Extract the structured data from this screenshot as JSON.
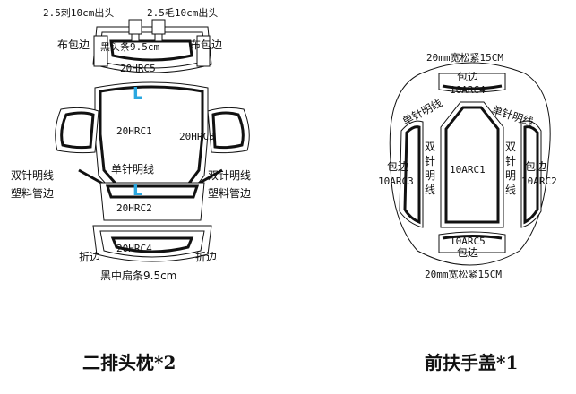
{
  "left": {
    "top_left_note": "2.5刺10cm出头",
    "top_right_note": "2.5毛10cm出头",
    "bubian_left": "布包边",
    "bubian_right": "布包边",
    "black_strip": "黑头条9.5cm",
    "hrc5": "20HRC5",
    "hrc1": "20HRC1",
    "hrc3": "20HRC3",
    "hrc2": "20HRC2",
    "hrc4": "20HRC4",
    "L_top": "L",
    "L_bottom": "L",
    "single_needle": "单针明线",
    "double_left_1": "双针明线",
    "double_left_2": "塑料管边",
    "double_right_1": "双针明线",
    "double_right_2": "塑料管边",
    "fold_left": "折边",
    "fold_right": "折边",
    "bottom_strip": "黑中扁条9.5cm",
    "title": "二排头枕*2"
  },
  "right": {
    "top_band": "20mm宽松紧15CM",
    "bottom_band": "20mm宽松紧15CM",
    "bao_top": "包边",
    "arc4": "10ARC4",
    "single_left": "单针明线",
    "single_right": "单针明线",
    "bao_left": "包边",
    "arc3": "10ARC3",
    "double_left": [
      "双",
      "针",
      "明",
      "线"
    ],
    "arc1": "10ARC1",
    "double_right": [
      "双",
      "针",
      "明",
      "线"
    ],
    "bao_right": "包边",
    "arc2": "10ARC2",
    "arc5": "10ARC5",
    "bao_bottom": "包边",
    "title": "前扶手盖*1"
  }
}
